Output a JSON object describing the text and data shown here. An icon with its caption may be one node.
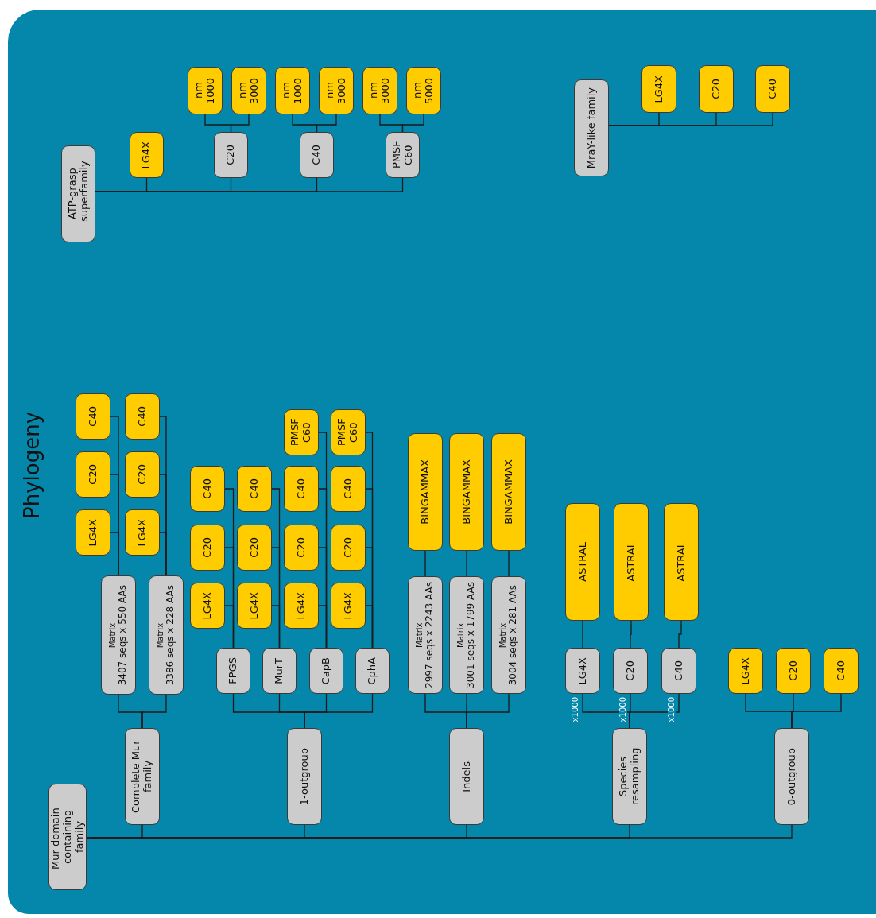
{
  "diagram": {
    "title": "Phylogeny",
    "nodes": [
      {
        "text": [
          "ATP-grasp superfamily"
        ]
      },
      {
        "text": [
          "LG4X"
        ]
      },
      {
        "text": [
          "C20"
        ]
      },
      {
        "text": [
          "C40"
        ]
      },
      {
        "text": [
          "PMSF C60"
        ]
      },
      {
        "text": [
          "nm 1000"
        ]
      },
      {
        "text": [
          "nm 3000"
        ]
      },
      {
        "text": [
          "nm 1000"
        ]
      },
      {
        "text": [
          "nm 3000"
        ]
      },
      {
        "text": [
          "nm 3000"
        ]
      },
      {
        "text": [
          "nm 5000"
        ]
      },
      {
        "text": [
          "MraY-like family"
        ]
      },
      {
        "text": [
          "LG4X"
        ]
      },
      {
        "text": [
          "C20"
        ]
      },
      {
        "text": [
          "C40"
        ]
      },
      {
        "text": [
          "Mur domain-containing family"
        ]
      },
      {
        "text": [
          "Complete Mur family"
        ]
      },
      {
        "text": [
          "1-outgroup"
        ]
      },
      {
        "text": [
          "Indels"
        ]
      },
      {
        "text": [
          "Species resampling"
        ]
      },
      {
        "text": [
          "0-outgroup"
        ]
      },
      {
        "text": [
          "Matrix",
          "3407 seqs x 550 AAs"
        ]
      },
      {
        "text": [
          "Matrix",
          "3386 seqs x 228 AAs"
        ]
      },
      {
        "text": [
          "LG4X"
        ]
      },
      {
        "text": [
          "C20"
        ]
      },
      {
        "text": [
          "C40"
        ]
      },
      {
        "text": [
          "LG4X"
        ]
      },
      {
        "text": [
          "C20"
        ]
      },
      {
        "text": [
          "C40"
        ]
      },
      {
        "text": [
          "FPGS"
        ]
      },
      {
        "text": [
          "MurT"
        ]
      },
      {
        "text": [
          "CapB"
        ]
      },
      {
        "text": [
          "CphA"
        ]
      },
      {
        "text": [
          "LG4X"
        ]
      },
      {
        "text": [
          "C20"
        ]
      },
      {
        "text": [
          "C40"
        ]
      },
      {
        "text": [
          "LG4X"
        ]
      },
      {
        "text": [
          "C20"
        ]
      },
      {
        "text": [
          "C40"
        ]
      },
      {
        "text": [
          "LG4X"
        ]
      },
      {
        "text": [
          "C20"
        ]
      },
      {
        "text": [
          "C40"
        ]
      },
      {
        "text": [
          "PMSF C60"
        ]
      },
      {
        "text": [
          "LG4X"
        ]
      },
      {
        "text": [
          "C20"
        ]
      },
      {
        "text": [
          "C40"
        ]
      },
      {
        "text": [
          "PMSF C60"
        ]
      },
      {
        "text": [
          "Matrix",
          "2997 seqs x 2243 AAs"
        ]
      },
      {
        "text": [
          "Matrix",
          "3001 seqs x 1799 AAs"
        ]
      },
      {
        "text": [
          "Matrix",
          "3004 seqs x 281 AAs"
        ]
      },
      {
        "text": [
          "BINGAMMAX"
        ]
      },
      {
        "text": [
          "BINGAMMAX"
        ]
      },
      {
        "text": [
          "BINGAMMAX"
        ]
      },
      {
        "text": [
          "LG4X"
        ]
      },
      {
        "text": [
          "C20"
        ]
      },
      {
        "text": [
          "C40"
        ]
      },
      {
        "text": [
          "ASTRAL"
        ]
      },
      {
        "text": [
          "ASTRAL"
        ]
      },
      {
        "text": [
          "ASTRAL"
        ]
      },
      {
        "text": [
          "LG4X"
        ]
      },
      {
        "text": [
          "C20"
        ]
      },
      {
        "text": [
          "C40"
        ]
      }
    ],
    "edges": [
      {
        "from": 0,
        "to": 1,
        "arrow": "none"
      },
      {
        "from": 0,
        "to": 2,
        "arrow": "none"
      },
      {
        "from": 0,
        "to": 3,
        "arrow": "none"
      },
      {
        "from": 0,
        "to": 4,
        "arrow": "none"
      },
      {
        "from": 2,
        "to": 5,
        "arrow": "none"
      },
      {
        "from": 2,
        "to": 6,
        "arrow": "none"
      },
      {
        "from": 3,
        "to": 7,
        "arrow": "none"
      },
      {
        "from": 3,
        "to": 8,
        "arrow": "none"
      },
      {
        "from": 4,
        "to": 9,
        "arrow": "none"
      },
      {
        "from": 4,
        "to": 10,
        "arrow": "none"
      },
      {
        "from": 11,
        "to": 12,
        "arrow": "none"
      },
      {
        "from": 11,
        "to": 13,
        "arrow": "none"
      },
      {
        "from": 11,
        "to": 14,
        "arrow": "none"
      },
      {
        "from": 15,
        "to": 16,
        "arrow": "none"
      },
      {
        "from": 15,
        "to": 17,
        "arrow": "none"
      },
      {
        "from": 15,
        "to": 18,
        "arrow": "none"
      },
      {
        "from": 15,
        "to": 19,
        "arrow": "none"
      },
      {
        "from": 15,
        "to": 20,
        "arrow": "none"
      },
      {
        "from": 16,
        "to": 21,
        "arrow": "none"
      },
      {
        "from": 16,
        "to": 22,
        "arrow": "none"
      },
      {
        "from": 21,
        "to": 23,
        "arrow": "none"
      },
      {
        "from": 21,
        "to": 24,
        "arrow": "none"
      },
      {
        "from": 21,
        "to": 25,
        "arrow": "none"
      },
      {
        "from": 22,
        "to": 26,
        "arrow": "none"
      },
      {
        "from": 22,
        "to": 27,
        "arrow": "none"
      },
      {
        "from": 22,
        "to": 28,
        "arrow": "none"
      },
      {
        "from": 17,
        "to": 29,
        "arrow": "none"
      },
      {
        "from": 17,
        "to": 30,
        "arrow": "none"
      },
      {
        "from": 17,
        "to": 31,
        "arrow": "none"
      },
      {
        "from": 17,
        "to": 32,
        "arrow": "none"
      },
      {
        "from": 29,
        "to": 33,
        "arrow": "none"
      },
      {
        "from": 29,
        "to": 34,
        "arrow": "none"
      },
      {
        "from": 29,
        "to": 35,
        "arrow": "none"
      },
      {
        "from": 30,
        "to": 36,
        "arrow": "none"
      },
      {
        "from": 30,
        "to": 37,
        "arrow": "none"
      },
      {
        "from": 30,
        "to": 38,
        "arrow": "none"
      },
      {
        "from": 31,
        "to": 39,
        "arrow": "none"
      },
      {
        "from": 31,
        "to": 40,
        "arrow": "none"
      },
      {
        "from": 31,
        "to": 41,
        "arrow": "none"
      },
      {
        "from": 31,
        "to": 42,
        "arrow": "none"
      },
      {
        "from": 32,
        "to": 43,
        "arrow": "none"
      },
      {
        "from": 32,
        "to": 44,
        "arrow": "none"
      },
      {
        "from": 32,
        "to": 45,
        "arrow": "none"
      },
      {
        "from": 32,
        "to": 46,
        "arrow": "none"
      },
      {
        "from": 18,
        "to": 47,
        "arrow": "none"
      },
      {
        "from": 18,
        "to": 48,
        "arrow": "none"
      },
      {
        "from": 18,
        "to": 49,
        "arrow": "none"
      },
      {
        "from": 47,
        "to": 50,
        "arrow": "none"
      },
      {
        "from": 48,
        "to": 51,
        "arrow": "none"
      },
      {
        "from": 49,
        "to": 52,
        "arrow": "none"
      },
      {
        "from": 19,
        "to": 53,
        "arrow": "none",
        "label": "x1000"
      },
      {
        "from": 19,
        "to": 54,
        "arrow": "none",
        "label": "x1000"
      },
      {
        "from": 19,
        "to": 55,
        "arrow": "none",
        "label": "x1000"
      },
      {
        "from": 53,
        "to": 56,
        "arrow": "none"
      },
      {
        "from": 54,
        "to": 57,
        "arrow": "none"
      },
      {
        "from": 55,
        "to": 58,
        "arrow": "none"
      },
      {
        "from": 20,
        "to": 59,
        "arrow": "none"
      },
      {
        "from": 20,
        "to": 60,
        "arrow": "none"
      },
      {
        "from": 20,
        "to": 61,
        "arrow": "none"
      }
    ]
  }
}
